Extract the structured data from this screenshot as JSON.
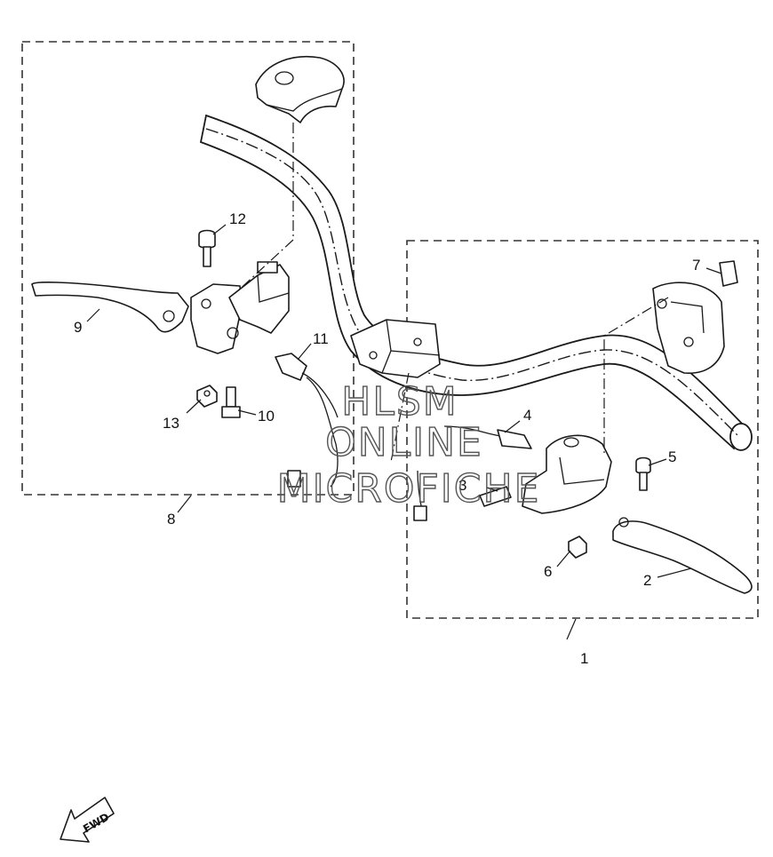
{
  "callouts": {
    "c1": "1",
    "c2": "2",
    "c3": "3",
    "c4": "4",
    "c5": "5",
    "c6": "6",
    "c7": "7",
    "c8": "8",
    "c9": "9",
    "c10": "10",
    "c11": "11",
    "c12": "12",
    "c13": "13"
  },
  "watermark": {
    "line1": "HLSM",
    "line2": "ONLINE",
    "line3": "MICROFICHE"
  },
  "fwd_label": "FWD"
}
